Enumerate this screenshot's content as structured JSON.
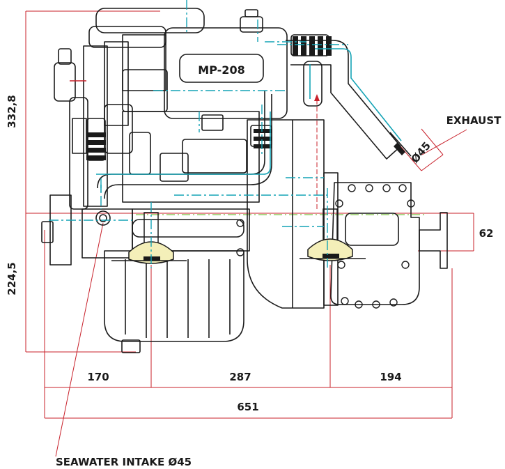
{
  "model_label": "MP-208",
  "callouts": {
    "exhaust": "EXHAUST",
    "exhaust_diameter": "Ø45",
    "seawater_intake": "SEAWATER INTAKE Ø45"
  },
  "dimensions": {
    "height_upper": "332,8",
    "height_lower": "224,5",
    "gearbox_offset": "62",
    "front_to_mount": "170",
    "mount_to_mount": "287",
    "mount_to_flange": "194",
    "overall_length": "651"
  },
  "colors": {
    "outline": "#1a1a1a",
    "dimension": "#c8202a",
    "centerline": "#14a3b5",
    "shaft_line": "#7cc142",
    "mount_fill": "#f4efb9"
  }
}
